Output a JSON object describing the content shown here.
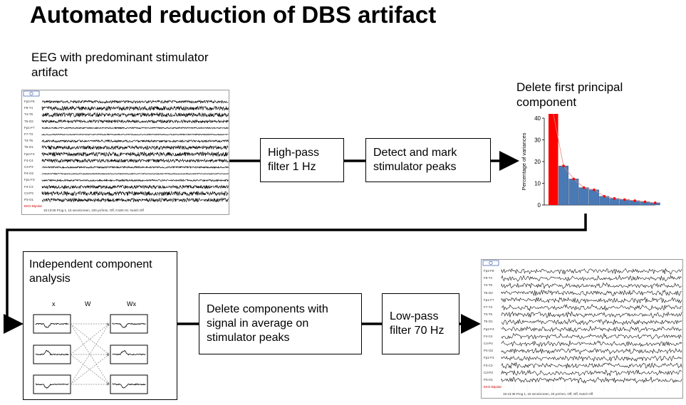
{
  "title": "Automated reduction of DBS artifact",
  "eeg_label": "EEG with predominant stimulator artifact",
  "steps": {
    "high_pass": "High-pass filter 1 Hz",
    "detect": "Detect and mark stimulator peaks",
    "pca": "Delete first principal component",
    "ica": "Independent component analysis",
    "delete_components": "Delete components with signal in average on stimulator peaks",
    "low_pass": "Low-pass filter 70 Hz"
  },
  "ica_columns": {
    "x": "x",
    "w": "W",
    "wx": "Wx"
  },
  "eeg_raw": {
    "channels": [
      "Fp2-F8",
      "F8-T4",
      "T4-T6",
      "T6-O2",
      "Fp1-F7",
      "F7-T3",
      "T3-T5",
      "T5-O1",
      "Fp2-F4",
      "F4-C4",
      "C4-P4",
      "P4-O2",
      "Fp1-F3",
      "F3-C3",
      "C3-P3",
      "P3-O1",
      "EKG-Bipolar"
    ],
    "footer": "15:13:06 Prog 1, 15 secs/screen, 100 µV/mm, Off, 0.500 Hz, Notch Off"
  },
  "eeg_clean": {
    "channels": [
      "Fp2-F8",
      "F8-T4",
      "T4-T6",
      "T6-O2",
      "Fp1-F7",
      "F7-T3",
      "T3-T5",
      "T5-O1",
      "Fp2-F4",
      "F4-C4",
      "C4-P4",
      "P4-O2",
      "Fp1-F3",
      "F3-C3",
      "C3-P3",
      "P3-O1",
      "EKG-Bipolar"
    ],
    "footer": "15:13:38 Prog 1, 15 secs/screen, 20 µV/mm, Off, Off, Notch Off"
  },
  "chart_data": {
    "type": "bar",
    "title": "",
    "xlabel": "",
    "ylabel": "Percentage of variances",
    "ylim": [
      0,
      40
    ],
    "yticks": [
      0,
      10,
      20,
      30,
      40
    ],
    "values": [
      41,
      18,
      12,
      8,
      7,
      4,
      3,
      2.5,
      2,
      1.5,
      1
    ],
    "highlight_index": 0,
    "colors": {
      "bar": "#4a7ab5",
      "highlight": "#ff0000",
      "marker": "#ff0000",
      "line": "#e88080"
    }
  }
}
